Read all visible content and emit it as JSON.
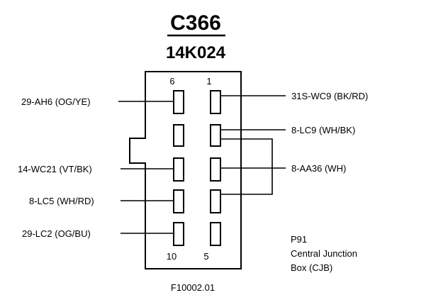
{
  "connector": {
    "id": "C366",
    "part_number": "14K024",
    "pin_numbers": {
      "top_left": "6",
      "top_right": "1",
      "bottom_left": "10",
      "bottom_right": "5"
    }
  },
  "wires_left": [
    {
      "label": "29-AH6 (OG/YE)"
    },
    {
      "label": "14-WC21 (VT/BK)"
    },
    {
      "label": "8-LC5 (WH/RD)"
    },
    {
      "label": "29-LC2 (OG/BU)"
    }
  ],
  "wires_right": [
    {
      "label": "31S-WC9 (BK/RD)"
    },
    {
      "label": "8-LC9 (WH/BK)"
    },
    {
      "label": "8-AA36 (WH)"
    }
  ],
  "location": {
    "line1": "P91",
    "line2": "Central Junction",
    "line3": "Box (CJB)"
  },
  "figure_id": "F10002.01"
}
